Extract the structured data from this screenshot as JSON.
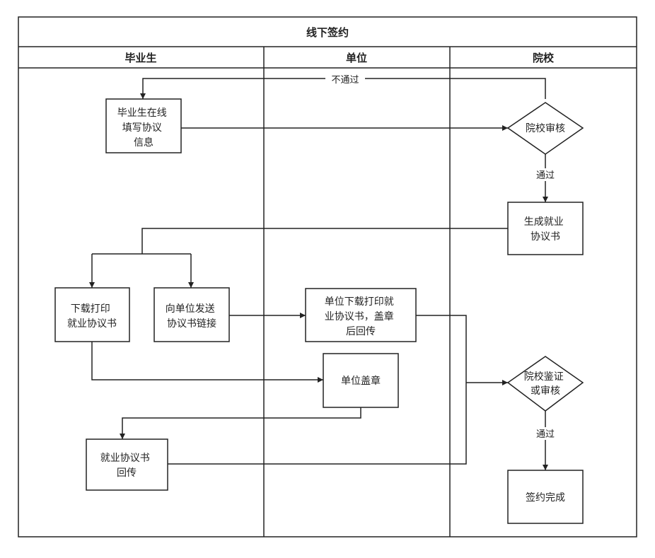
{
  "title": "线下签约",
  "lanes": {
    "student": "毕业生",
    "employer": "单位",
    "school": "院校"
  },
  "nodes": {
    "fill_info": [
      "毕业生在线",
      "填写协议",
      "信息"
    ],
    "school_review": [
      "院校审核"
    ],
    "generate": [
      "生成就业",
      "协议书"
    ],
    "download_print": [
      "下载打印",
      "就业协议书"
    ],
    "send_link": [
      "向单位发送",
      "协议书链接"
    ],
    "employer_download": [
      "单位下载打印就",
      "业协议书，盖章",
      "后回传"
    ],
    "employer_stamp": [
      "单位盖章"
    ],
    "return_doc": [
      "就业协议书",
      "回传"
    ],
    "school_verify": [
      "院校鉴证",
      "或审核"
    ],
    "done": [
      "签约完成"
    ]
  },
  "edge_labels": {
    "reject": "不通过",
    "pass1": "通过",
    "pass2": "通过"
  }
}
